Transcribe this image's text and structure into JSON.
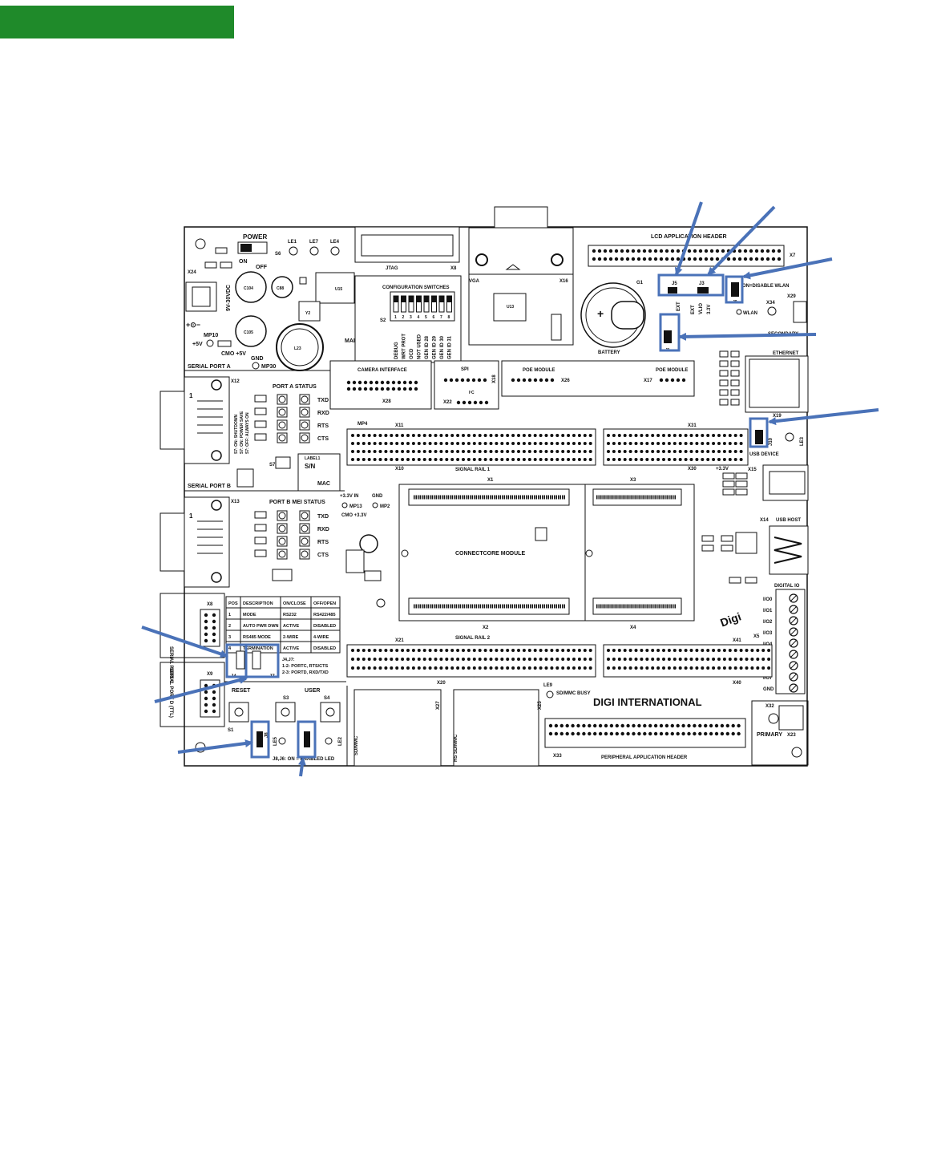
{
  "banner": {
    "color": "#1f8a2a"
  },
  "colors": {
    "highlight": "#4a72b8",
    "line": "#111111"
  },
  "board": {
    "brand": "DIGI INTERNATIONAL",
    "logo_text": "Digi",
    "power": "POWER",
    "on": "ON",
    "off": "OFF",
    "s6": "S6",
    "le1": "LE1",
    "le7": "LE7",
    "le4": "LE4",
    "dc": "9V-30VDC",
    "x24": "X24",
    "mp10": "MP10",
    "plus5v": "+5V",
    "cmo5v": "CMO +5V",
    "gnd": "GND",
    "mp30": "MP30",
    "main_power": "MAIN POWER",
    "c104": "C104",
    "c88": "C88",
    "c105": "C105",
    "u15": "U15",
    "l23": "L23",
    "jtag": "JTAG",
    "x8": "X8",
    "config_switches": "CONFIGURATION SWITCHES",
    "s2": "S2",
    "config_labels": [
      "DEBUG",
      "WRT PROT",
      "OCD",
      "NOT USED",
      "GEN ID 28",
      "GEN ID 29",
      "GEN ID 30",
      "GEN ID 31"
    ],
    "vga": "VGA",
    "x16": "X16",
    "u13": "U13",
    "lcd_header": "LCD APPLICATION HEADER",
    "x7": "X7",
    "g1": "G1",
    "battery": "BATTERY",
    "j5": "J5",
    "j3": "J3",
    "j9": "J9",
    "j1": "J1",
    "ext": "EXT",
    "vlio": "VLIO",
    "v33": "3.3V",
    "disable_wlan": "ON=DISABLE WLAN",
    "wlan": "WLAN",
    "x34": "X34",
    "x29": "X29",
    "secondary": "SECONDARY",
    "ethernet": "ETHERNET",
    "x19": "X19",
    "serial_port_a": "SERIAL PORT A",
    "x12": "X12",
    "port_a_status": "PORT A STATUS",
    "status_labels": [
      "TXD",
      "RXD",
      "RTS",
      "CTS"
    ],
    "camera": "CAMERA INTERFACE",
    "x28": "X28",
    "spi": "SPI",
    "x18": "X18",
    "i2c": "I²C",
    "x22": "X22",
    "poe_module": "POE MODULE",
    "x26": "X26",
    "x17": "X17",
    "mp4": "MP4",
    "x11": "X11",
    "x10": "X10",
    "signal_rail_1": "SIGNAL RAIL 1",
    "x31": "X31",
    "x30": "X30",
    "v33_plus": "+3.3V",
    "j10": "J10",
    "le3": "LE3",
    "x15": "X15",
    "usb_device": "USB DEVICE",
    "s7": "S7",
    "sn": "S/N",
    "mac": "MAC",
    "label1": "LABEL1",
    "s7_notes": [
      "S7: ON: SHUTDOWN",
      "S7: ON: POWER SAVE",
      "S7: OFF: ALWAYS ON"
    ],
    "serial_port_b": "SERIAL PORT B",
    "x13": "X13",
    "port_b_status": "PORT B MEI STATUS",
    "x1": "X1",
    "x3": "X3",
    "x2": "X2",
    "x4": "X4",
    "connectcore": "CONNECTCORE MODULE",
    "mp13": "MP13",
    "mp2": "MP2",
    "v33_in": "+3.3V IN",
    "cmo33": "CMO +3.3V",
    "x14": "X14",
    "usb_host": "USB HOST",
    "digital_io": "DIGITAL IO",
    "x5": "X5",
    "io_labels": [
      "I/O0",
      "I/O1",
      "I/O2",
      "I/O3",
      "I/O4",
      "I/O5",
      "I/O6",
      "I/O7",
      "GND"
    ],
    "table_headers": [
      "POS",
      "DESCRIPTION",
      "ON/CLOSE",
      "OFF/OPEN"
    ],
    "table_rows": [
      [
        "1",
        "MODE",
        "RS232",
        "RS422/485"
      ],
      [
        "2",
        "AUTO PWR DWN",
        "ACTIVE",
        "DISABLED"
      ],
      [
        "3",
        "RS485 MODE",
        "2-WIRE",
        "4-WIRE"
      ],
      [
        "4",
        "TERMINATION",
        "ACTIVE",
        "DISABLED"
      ]
    ],
    "serial_port_c": "SERIAL PORT C",
    "x8b": "X8",
    "serial_port_d": "SERIAL PORT D (TTL)",
    "x9": "X9",
    "j4": "J4",
    "j7": "J7",
    "j4j7_notes": [
      "J4,J7:",
      "1-2: PORTC, RTS/CTS",
      "2-3: PORTD, RXD/TXD"
    ],
    "x21": "X21",
    "signal_rail_2": "SIGNAL RAIL 2",
    "x20": "X20",
    "x41": "X41",
    "x40": "X40",
    "reset": "RESET",
    "user": "USER",
    "s1": "S1",
    "s3": "S3",
    "s4": "S4",
    "j8": "J8",
    "j6": "J6",
    "le5": "LE5",
    "le2": "LE2",
    "j8j6_note": "J8,J6: ON = ENABLED LED",
    "sdmmc": "SD/MMC",
    "hs_sdmmc": "HS SD/MMC",
    "x27": "X27",
    "x25": "X25",
    "le9": "LE9",
    "sdmmc_busy": "SD/MMC BUSY",
    "x33": "X33",
    "peripheral_header": "PERIPHERAL APPLICATION HEADER",
    "x32": "X32",
    "primary": "PRIMARY",
    "x23": "X23"
  }
}
